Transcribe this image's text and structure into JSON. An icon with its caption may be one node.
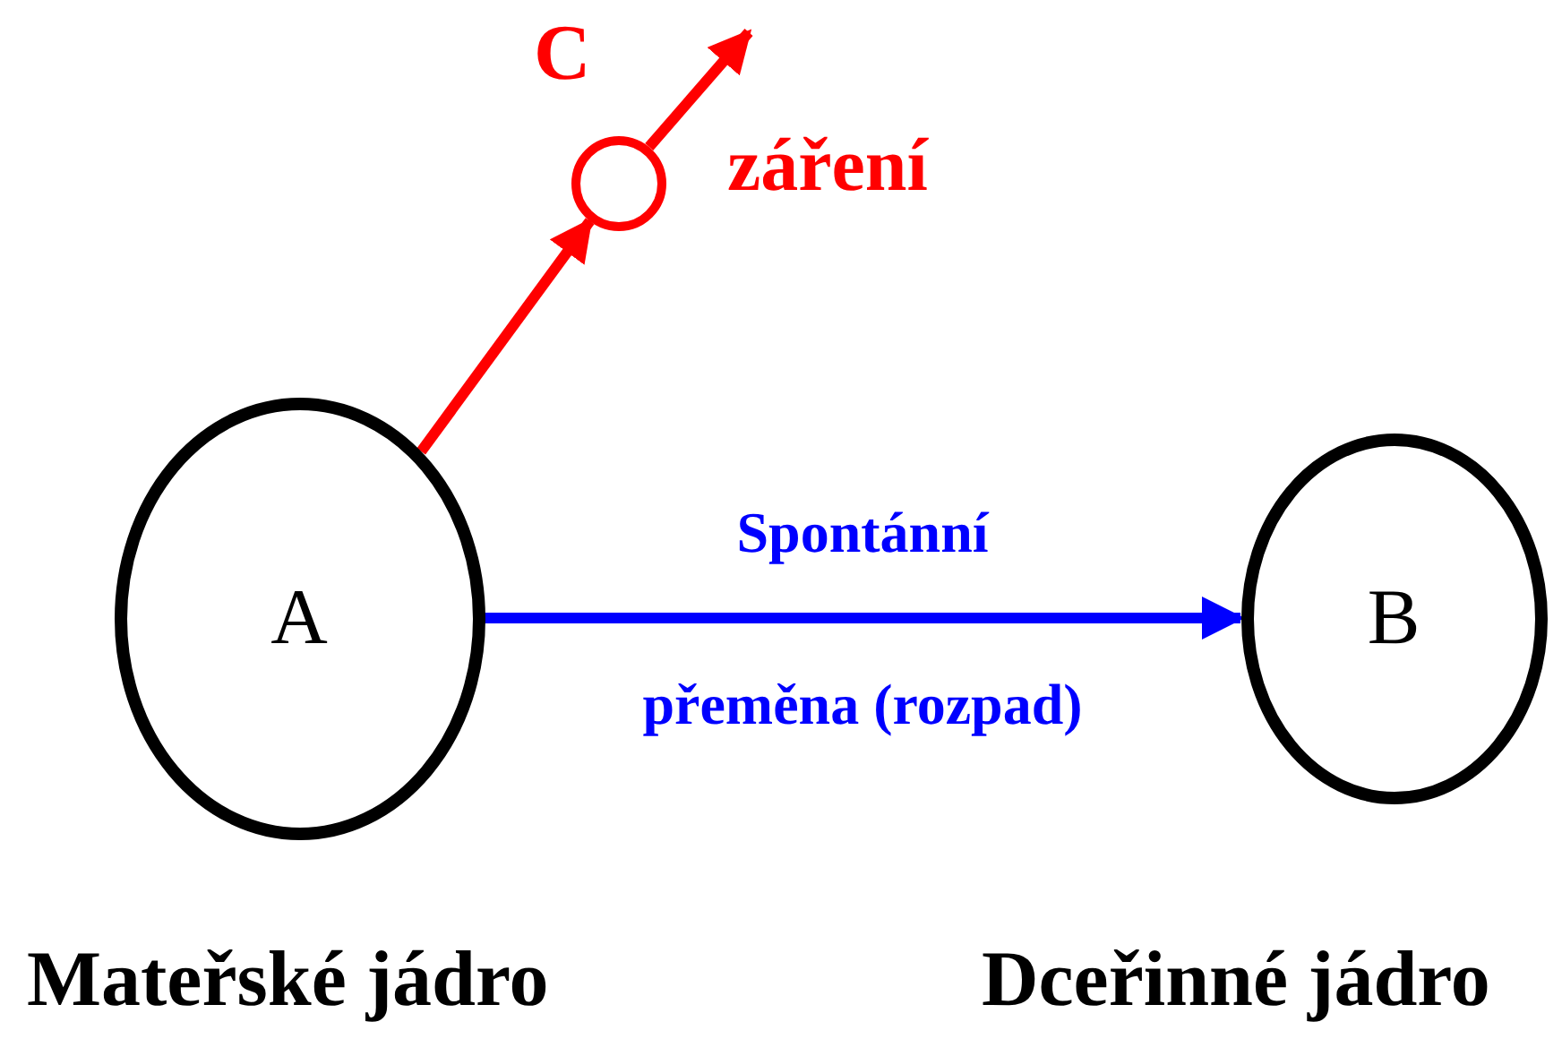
{
  "diagram": {
    "nodes": [
      {
        "text": [
          "A"
        ],
        "beside": [
          "Mateřské jádro"
        ]
      },
      {
        "text": [
          "B"
        ],
        "beside": [
          "Dceřinné jádro"
        ]
      },
      {
        "text": [
          "C"
        ],
        "beside": [
          "záření"
        ]
      }
    ],
    "edges": [
      {
        "from": 0,
        "to": 1,
        "arrow": "to",
        "label": "Spontánní přeměna (rozpad)",
        "color": "#0000ff"
      },
      {
        "from": 0,
        "to": 2,
        "arrow": "to",
        "color": "#ff0000"
      },
      {
        "from": 2,
        "to": null,
        "arrow": "to",
        "color": "#ff0000"
      }
    ]
  }
}
